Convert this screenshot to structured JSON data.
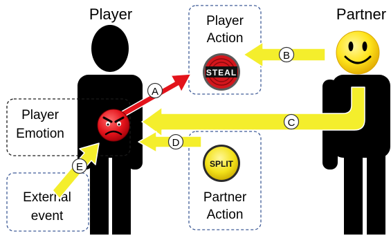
{
  "figure": {
    "player_title": "Player",
    "partner_title": "Partner",
    "player_action_box": {
      "line1": "Player",
      "line2": "Action"
    },
    "partner_action_box": {
      "line1": "Partner",
      "line2": "Action"
    },
    "player_emotion_box": {
      "line1": "Player",
      "line2": "Emotion"
    },
    "external_event_box": {
      "line1": "External",
      "line2": "event"
    },
    "steal_button_text": "STEAL",
    "split_button_text": "SPLIT",
    "arrow_labels": {
      "a": "A",
      "b": "B",
      "c": "C",
      "d": "D",
      "e": "E"
    }
  },
  "icons": {
    "player": "person-silhouette",
    "partner": "person-silhouette",
    "partner_face": "smiley-face",
    "player_face": "angry-face",
    "player_action": "steal-button",
    "partner_action": "split-button"
  },
  "colors": {
    "silhouette": "#000000",
    "arrow_yellow": "#f4ee2c",
    "arrow_red": "#e3131b",
    "steal_red": "#d4161c",
    "split_yellow": "#f3e21a",
    "box_border_blue": "#3d5a96",
    "emotion_box_border": "#1a1a1a",
    "smiley_yellow": "#ffe41c"
  }
}
